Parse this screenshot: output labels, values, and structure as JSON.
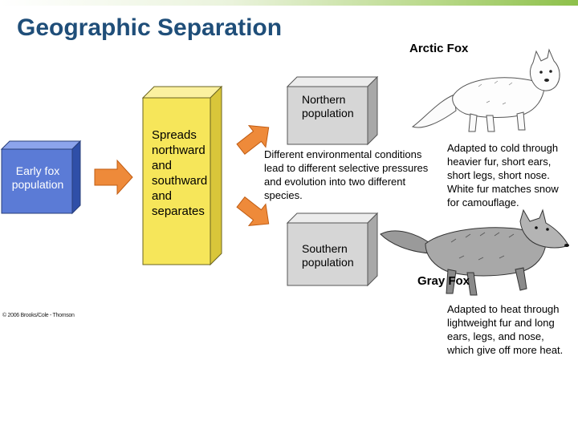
{
  "title": "Geographic Separation",
  "arctic_fox": {
    "name": "Arctic Fox",
    "description": "Adapted to cold through heavier fur, short ears, short legs, short nose. White fur matches snow for camouflage."
  },
  "gray_fox": {
    "name": "Gray Fox",
    "description": "Adapted to heat through lightweight fur and long ears, legs, and nose, which give off more heat."
  },
  "boxes": {
    "early": "Early fox population",
    "spreads": "Spreads northward and southward and separates",
    "northern": "Northern population",
    "southern": "Southern population"
  },
  "middle_text": "Different environmental conditions lead to different selective pressures and evolution into two different species.",
  "copyright": "© 2006 Brooks/Cole - Thomson",
  "colors": {
    "title": "#1f4e79",
    "early_box": "#5b7bd6",
    "spreads_box": "#f6e65a",
    "population_box": "#d6d6d6",
    "arrow": "#ee8a3a"
  }
}
